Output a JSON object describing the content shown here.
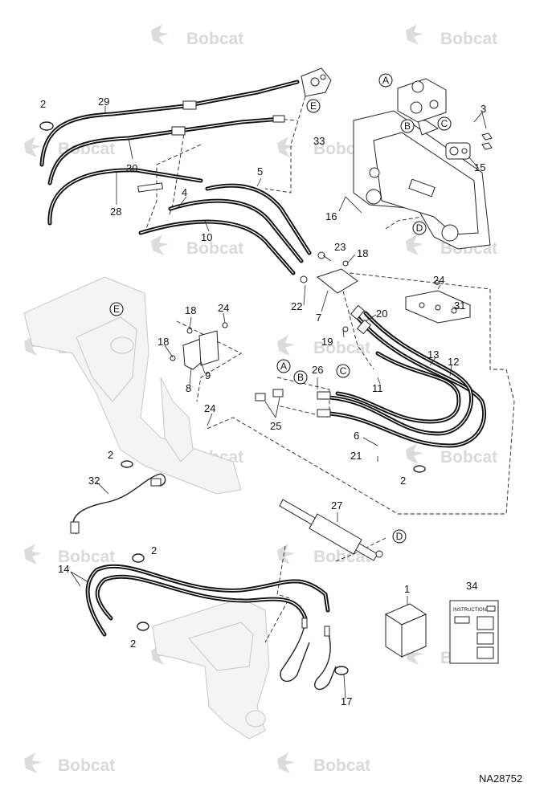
{
  "watermark": "Bobcat",
  "diagram_code": "NA28752",
  "instructions_label": "INSTRUCTIONS",
  "callouts": [
    "1",
    "2",
    "3",
    "4",
    "5",
    "6",
    "7",
    "8",
    "9",
    "10",
    "11",
    "12",
    "13",
    "14",
    "15",
    "16",
    "17",
    "18",
    "19",
    "20",
    "21",
    "22",
    "23",
    "24",
    "25",
    "26",
    "27",
    "28",
    "29",
    "30",
    "31",
    "32",
    "33",
    "34"
  ],
  "connectors": [
    "A",
    "B",
    "C",
    "D",
    "E"
  ],
  "colors": {
    "line": "#111111",
    "ghost": "#c8c8c8",
    "watermark": "#d9d9d9"
  }
}
